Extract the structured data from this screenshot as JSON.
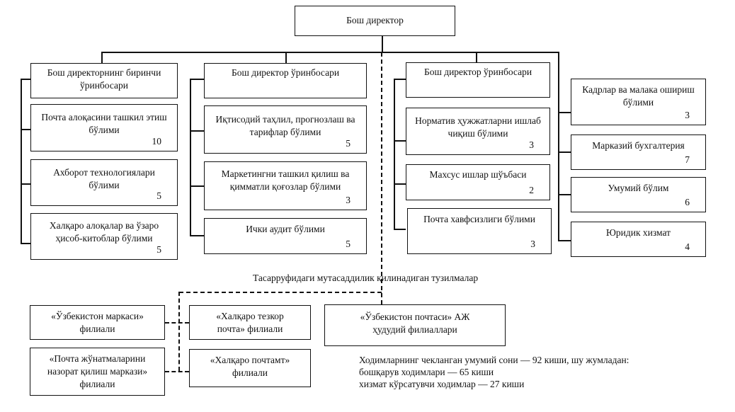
{
  "top": {
    "title": "Бош директор"
  },
  "columns": [
    {
      "head": "Бош директорнинг биринчи ўринбосари",
      "units": [
        {
          "name": "Почта алоқасини ташкил этиш бўлими",
          "count": "10"
        },
        {
          "name": "Ахборот технологиялари бўлими",
          "count": "5"
        },
        {
          "name": "Халқаро алоқалар ва ўзаро ҳисоб-китоблар бўлими",
          "count": "5"
        }
      ]
    },
    {
      "head": "Бош директор ўринбосари",
      "units": [
        {
          "name": "Иқтисодий таҳлил, прогнозлаш ва тарифлар бўлими",
          "count": "5"
        },
        {
          "name": "Маркетингни ташкил қилиш ва қимматли қоғозлар бўлими",
          "count": "3"
        },
        {
          "name": "Ички аудит бўлими",
          "count": "5"
        }
      ]
    },
    {
      "head": "Бош директор ўринбосари",
      "units": [
        {
          "name": "Норматив ҳужжатларни ишлаб чиқиш бўлими",
          "count": "3"
        },
        {
          "name": "Махсус ишлар шўъбаси",
          "count": "2"
        },
        {
          "name": "Почта хавфсизлиги бўлими",
          "count": "3"
        }
      ]
    }
  ],
  "direct_units": [
    {
      "name": "Кадрлар ва малака ошириш бўлими",
      "count": "3"
    },
    {
      "name": "Марказий бухгалтерия",
      "count": "7"
    },
    {
      "name": "Умумий бўлим",
      "count": "6"
    },
    {
      "name": "Юридик хизмат",
      "count": "4"
    }
  ],
  "subordinate": {
    "label": "Тасарруфидаги мутасаддилик қилинадиган тузилмалар",
    "branches": [
      "«Ўзбекистон маркаси» филиали",
      "«Почта жўнатмаларини назорат қилиш маркази» филиали",
      "«Халқаро тезкор почта» филиали",
      "«Халқаро почтамт» филиали",
      "«Ўзбекистон почтаси» АЖ ҳудудий филиаллари"
    ]
  },
  "staff_note": {
    "line1": "Ходимларнинг чекланган умумий сони —  92 киши, шу жумладан:",
    "line2": "бошқарув ходимлари — 65 киши",
    "line3": "хизмат кўрсатувчи ходимлар — 27 киши"
  }
}
